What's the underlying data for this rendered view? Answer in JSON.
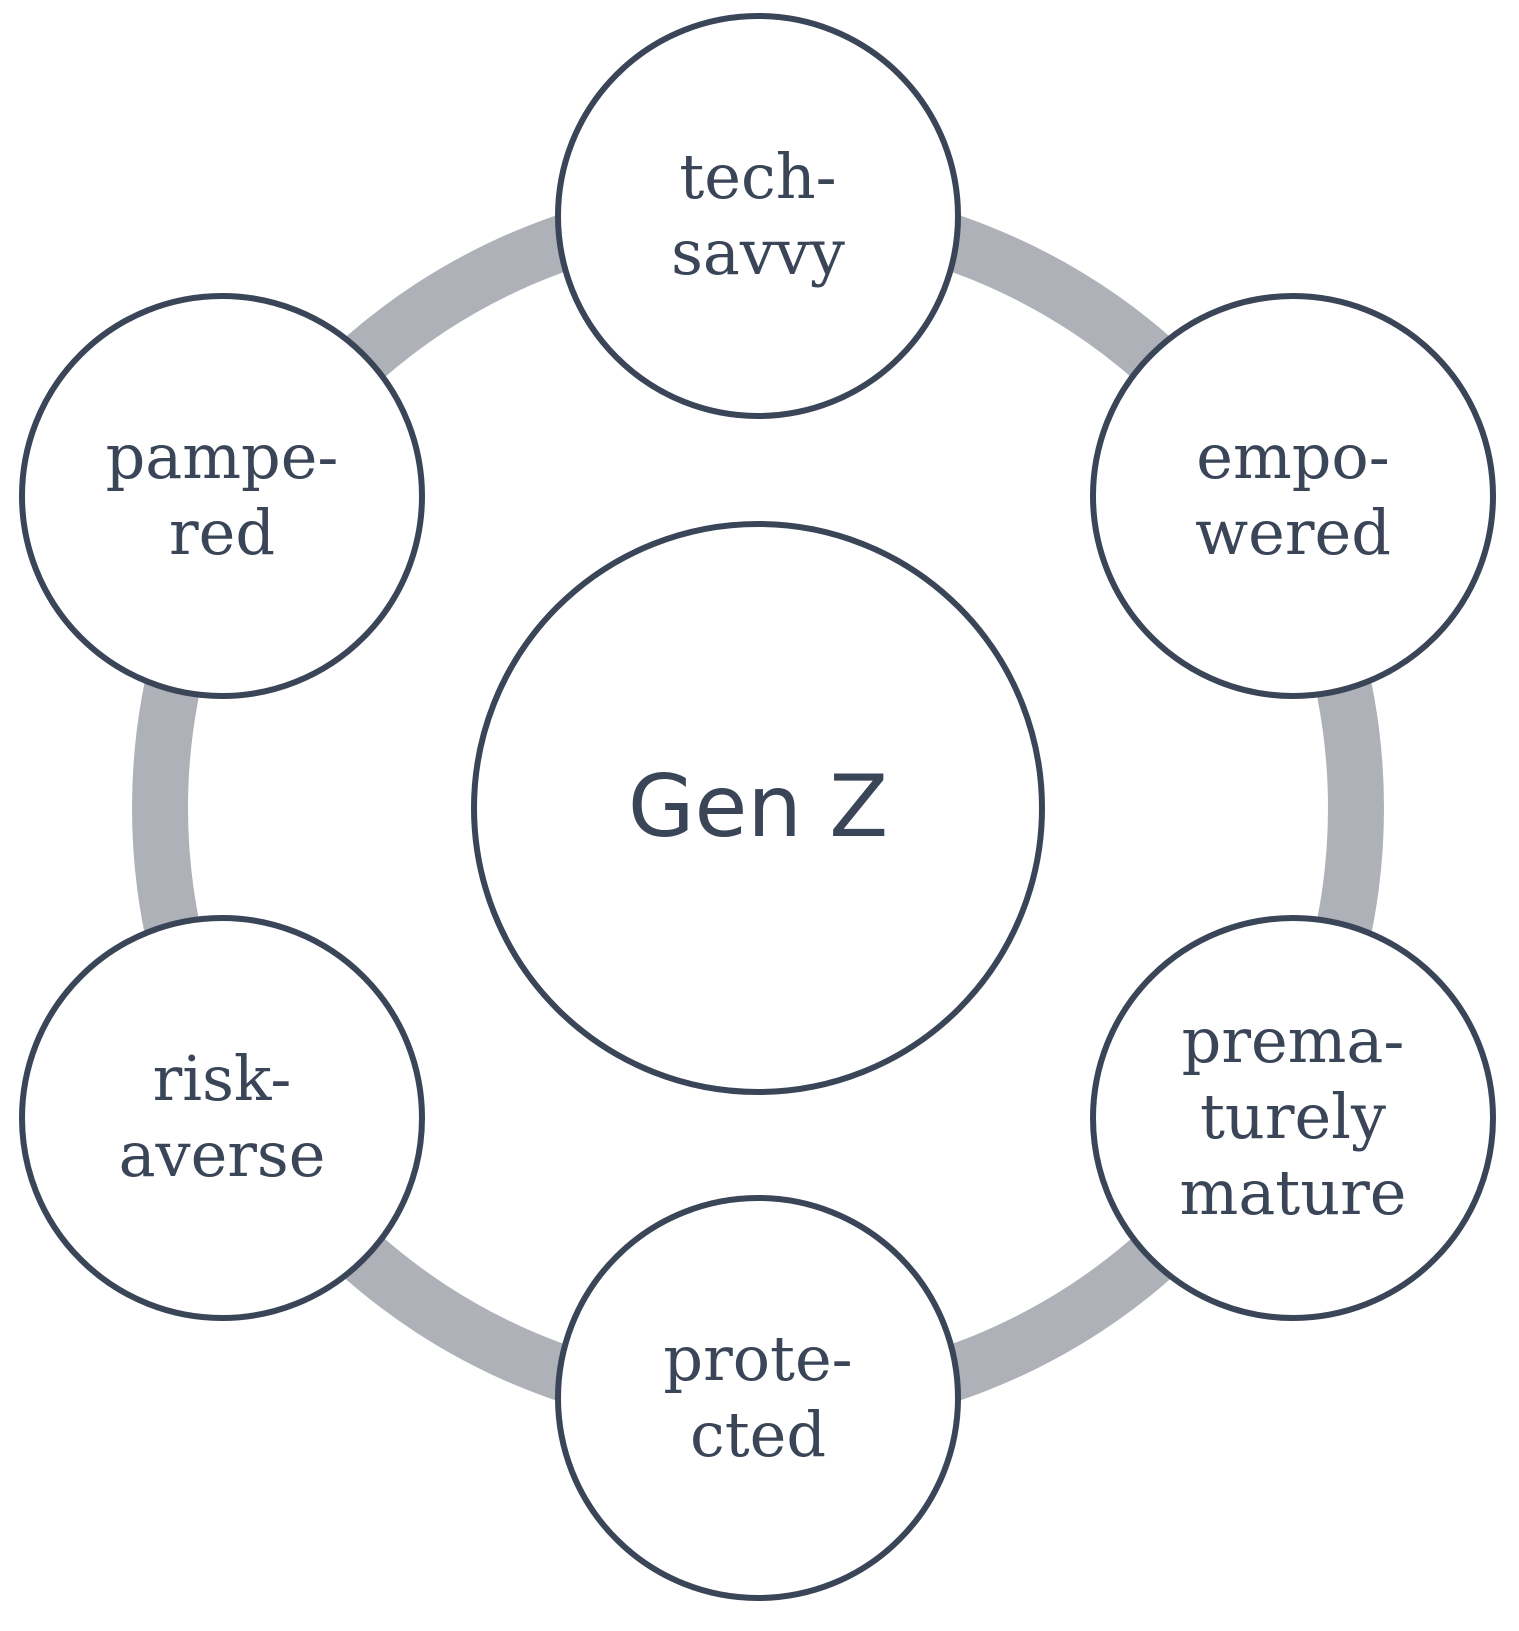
{
  "diagram": {
    "center": {
      "label": "Gen Z"
    },
    "nodes": [
      {
        "id": "tech-savvy",
        "lines": [
          "tech-",
          "savvy"
        ]
      },
      {
        "id": "empowered",
        "lines": [
          "empo-",
          "wered"
        ]
      },
      {
        "id": "prematurely-mature",
        "lines": [
          "prema-",
          "turely",
          "mature"
        ]
      },
      {
        "id": "protected",
        "lines": [
          "prote-",
          "cted"
        ]
      },
      {
        "id": "risk-averse",
        "lines": [
          "risk-",
          "averse"
        ]
      },
      {
        "id": "pampered",
        "lines": [
          "pampe-",
          "red"
        ]
      }
    ],
    "colors": {
      "ring": "#aeb1b8",
      "outline": "#3a4558",
      "text": "#3a4558",
      "fill": "#ffffff"
    }
  }
}
